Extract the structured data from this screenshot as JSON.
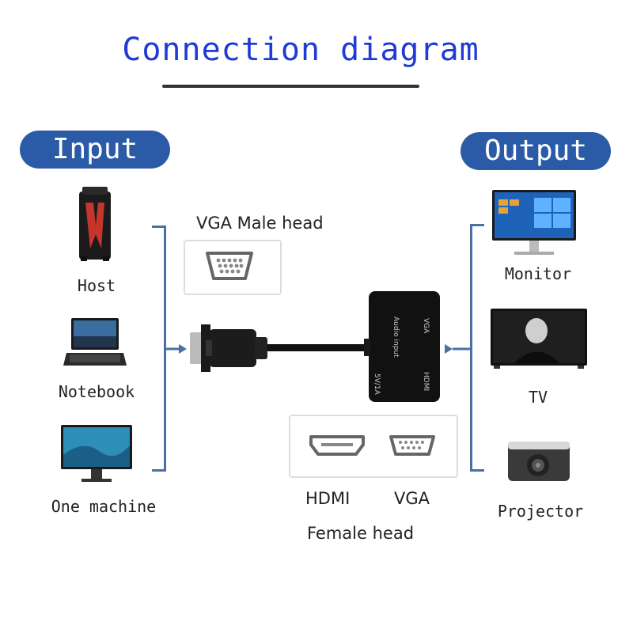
{
  "title": "Connection diagram",
  "input": {
    "label": "Input",
    "devices": [
      {
        "name": "Host",
        "icon": "desktop-tower-icon"
      },
      {
        "name": "Notebook",
        "icon": "laptop-icon"
      },
      {
        "name": "One machine",
        "icon": "all-in-one-pc-icon"
      }
    ]
  },
  "output": {
    "label": "Output",
    "devices": [
      {
        "name": "Monitor",
        "icon": "monitor-icon"
      },
      {
        "name": "TV",
        "icon": "tv-icon"
      },
      {
        "name": "Projector",
        "icon": "projector-icon"
      }
    ]
  },
  "adapter": {
    "male_head_label": "VGA Male head",
    "female_head_label": "Female head",
    "ports": {
      "hdmi": "HDMI",
      "vga": "VGA"
    },
    "box_labels": {
      "audio": "Audio input",
      "vga": "VGA",
      "hdmi": "HDMI",
      "usb": "5V/1A"
    }
  },
  "colors": {
    "title": "#1f3bd6",
    "pill": "#2b5ba7",
    "bracket": "#4a6fa5"
  }
}
